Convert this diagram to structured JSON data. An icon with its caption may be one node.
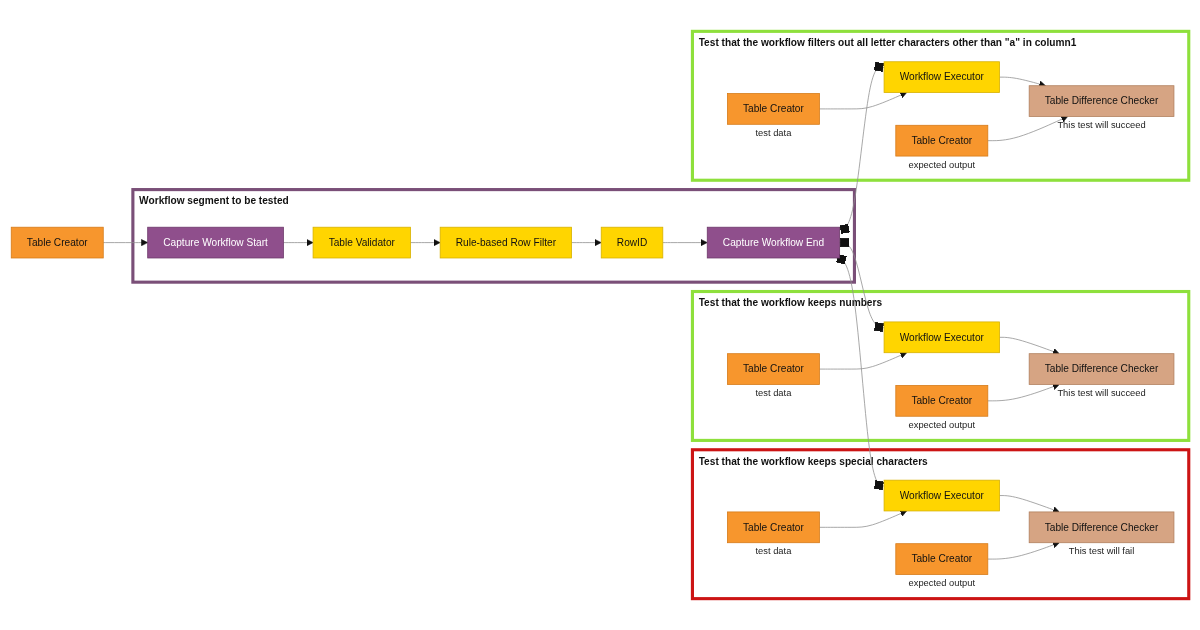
{
  "diagram": {
    "nodes": [
      {
        "text": [
          "Table Creator"
        ]
      },
      {
        "text": [
          "Workflow segment to be tested"
        ]
      },
      {
        "text": [
          "Capture Workflow Start"
        ],
        "in": 1
      },
      {
        "text": [
          "Table Validator"
        ],
        "in": 1
      },
      {
        "text": [
          "Rule-based Row Filter"
        ],
        "in": 1
      },
      {
        "text": [
          "RowID"
        ],
        "in": 1
      },
      {
        "text": [
          "Capture Workflow End"
        ],
        "in": 1
      },
      {
        "text": [
          "Test that the workflow filters out all letter characters other than \"a\" in column1"
        ]
      },
      {
        "text": [
          "Table Creator"
        ],
        "in": 7,
        "beside": [
          "test data"
        ]
      },
      {
        "text": [
          "Workflow Executor"
        ],
        "in": 7
      },
      {
        "text": [
          "Table Difference Checker"
        ],
        "in": 7,
        "beside": [
          "This test will succeed"
        ]
      },
      {
        "text": [
          "Table Creator"
        ],
        "in": 7,
        "beside": [
          "expected output"
        ]
      },
      {
        "text": [
          "Test that the workflow keeps numbers"
        ]
      },
      {
        "text": [
          "Table Creator"
        ],
        "in": 12,
        "beside": [
          "test data"
        ]
      },
      {
        "text": [
          "Workflow Executor"
        ],
        "in": 12
      },
      {
        "text": [
          "Table Difference Checker"
        ],
        "in": 12,
        "beside": [
          "This test will succeed"
        ]
      },
      {
        "text": [
          "Table Creator"
        ],
        "in": 12,
        "beside": [
          "expected output"
        ]
      },
      {
        "text": [
          "Test that the workflow keeps special characters"
        ]
      },
      {
        "text": [
          "Table Creator"
        ],
        "in": 17,
        "beside": [
          "test data"
        ]
      },
      {
        "text": [
          "Workflow Executor"
        ],
        "in": 17
      },
      {
        "text": [
          "Table Difference Checker"
        ],
        "in": 17,
        "beside": [
          "This test will fail"
        ]
      },
      {
        "text": [
          "Table Creator"
        ],
        "in": 17,
        "beside": [
          "expected output"
        ]
      }
    ],
    "edges": [
      {
        "from": 0,
        "to": 2,
        "arrow": "to"
      },
      {
        "from": 2,
        "to": 3,
        "arrow": "to"
      },
      {
        "from": 3,
        "to": 4,
        "arrow": "to"
      },
      {
        "from": 4,
        "to": 5,
        "arrow": "to"
      },
      {
        "from": 5,
        "to": 6,
        "arrow": "to"
      },
      {
        "from": 6,
        "to": 9,
        "arrow": "other"
      },
      {
        "from": 8,
        "to": 9,
        "arrow": "to"
      },
      {
        "from": 9,
        "to": 10,
        "arrow": "to"
      },
      {
        "from": 11,
        "to": 10,
        "arrow": "to"
      },
      {
        "from": 6,
        "to": 14,
        "arrow": "other"
      },
      {
        "from": 13,
        "to": 14,
        "arrow": "to"
      },
      {
        "from": 14,
        "to": 15,
        "arrow": "to"
      },
      {
        "from": 16,
        "to": 15,
        "arrow": "to"
      },
      {
        "from": 6,
        "to": 19,
        "arrow": "other"
      },
      {
        "from": 18,
        "to": 19,
        "arrow": "to"
      },
      {
        "from": 19,
        "to": 20,
        "arrow": "to"
      },
      {
        "from": 21,
        "to": 20,
        "arrow": "to"
      }
    ]
  }
}
